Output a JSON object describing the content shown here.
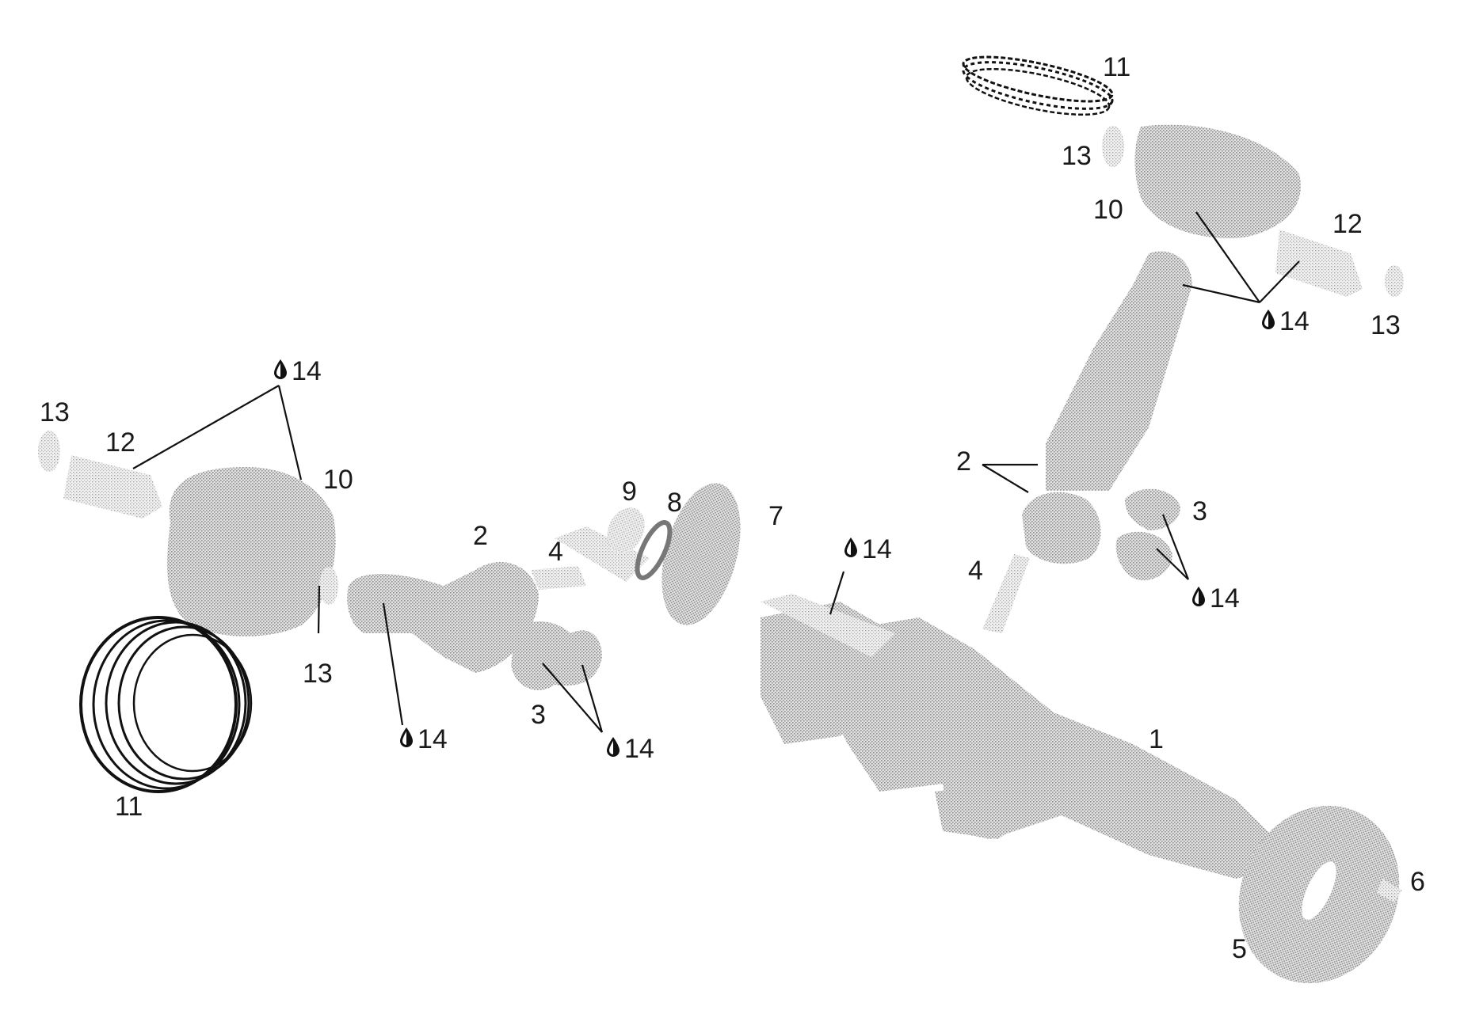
{
  "diagram": {
    "type": "exploded-parts-diagram",
    "colors": {
      "stipple": "#9a9a9a",
      "ink": "#111111",
      "background": "#ffffff"
    },
    "labels": {
      "n1": "1",
      "n2": "2",
      "n3": "3",
      "n4": "4",
      "n5": "5",
      "n6": "6",
      "n7": "7",
      "n8": "8",
      "n9": "9",
      "n10": "10",
      "n11": "11",
      "n12": "12",
      "n13": "13",
      "n14": "14"
    },
    "icons": {
      "lubricant": "oil-drop-icon"
    }
  }
}
